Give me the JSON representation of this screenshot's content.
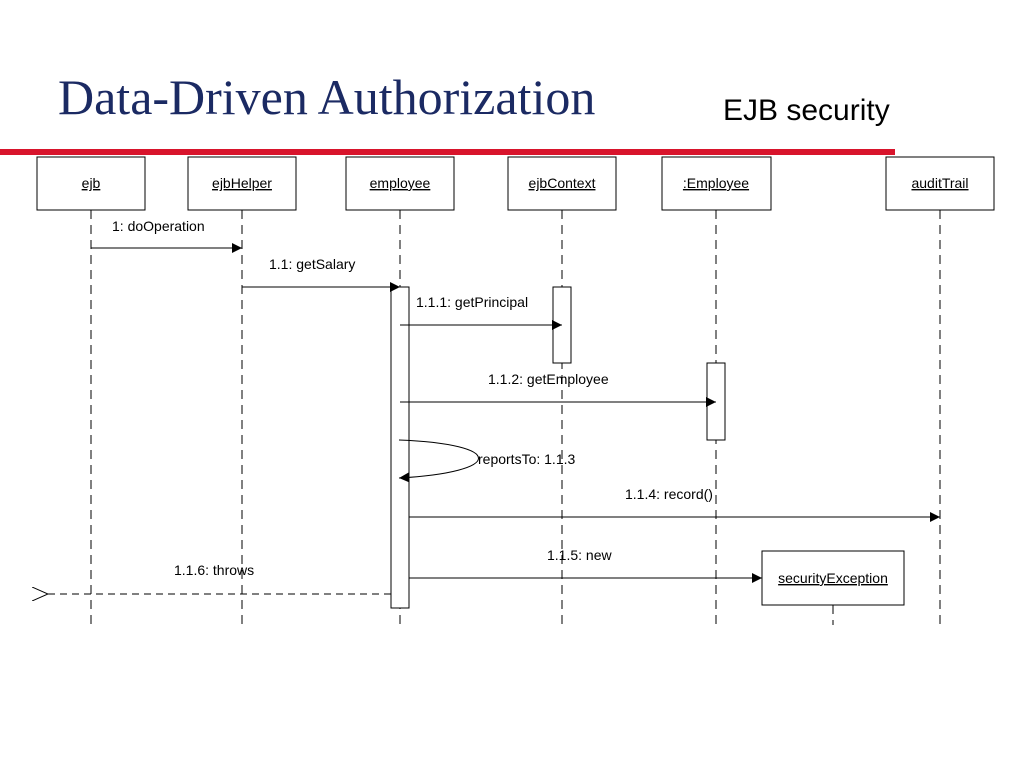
{
  "slide": {
    "title": "Data-Driven Authorization",
    "subtitle": "EJB security",
    "colors": {
      "title": "#1b2a63",
      "rule": "#d8142c"
    }
  },
  "objects": {
    "ejb": "ejb",
    "ejbHelper": "ejbHelper",
    "employee": "employee",
    "ejbContext": "ejbContext",
    "employeeInstance": ":Employee",
    "auditTrail": "auditTrail",
    "securityException": "securityException"
  },
  "messages": {
    "m1": "1: doOperation",
    "m11": "1.1: getSalary",
    "m111": "1.1.1: getPrincipal",
    "m112": "1.1.2: getEmployee",
    "m113": "reportsTo: 1.1.3",
    "m114": "1.1.4: record()",
    "m115": "1.1.5: new",
    "m116": "1.1.6: throws"
  }
}
